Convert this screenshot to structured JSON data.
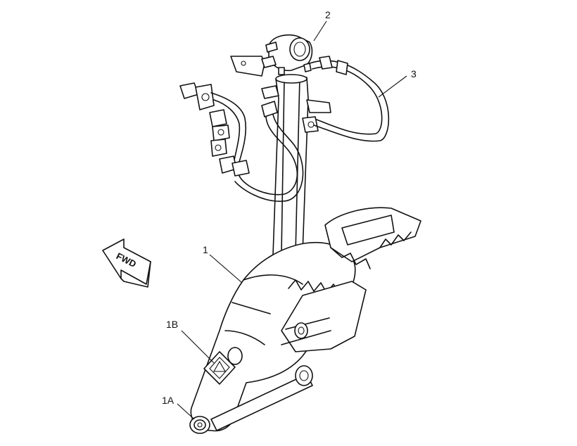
{
  "callouts": {
    "c2": "2",
    "c3": "3",
    "c1": "1",
    "c1b": "1B",
    "c1a": "1A"
  },
  "direction_arrow": {
    "label": "FWD"
  },
  "colors": {
    "line": "#111111",
    "background": "#ffffff"
  }
}
